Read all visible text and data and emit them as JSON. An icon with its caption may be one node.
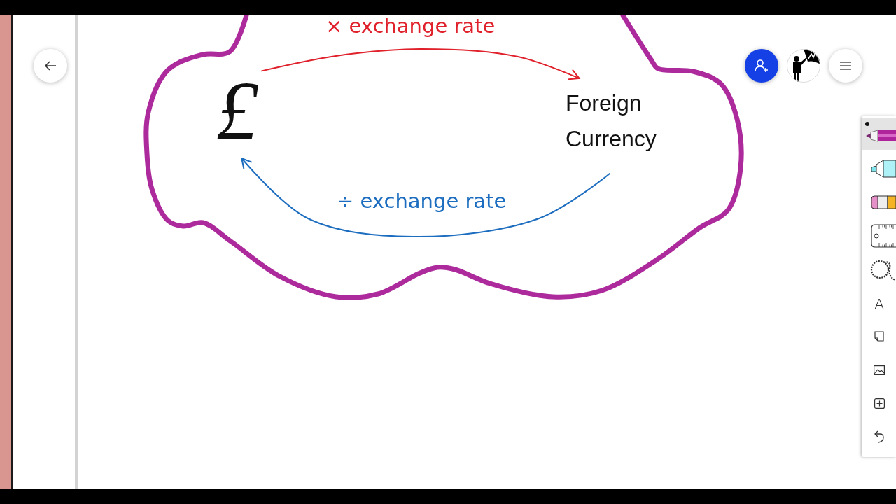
{
  "diagram": {
    "nodes": [
      {
        "text": [],
        "shape": "cloud"
      },
      {
        "text": [
          "£"
        ],
        "in": 0
      },
      {
        "text": [
          "Foreign Currency"
        ],
        "in": 0
      }
    ],
    "edges": [
      {
        "from": 1,
        "to": 2,
        "arrow": "to",
        "label": "× exchange rate",
        "color": "#e0212b"
      },
      {
        "from": 2,
        "to": 1,
        "arrow": "to",
        "label": "÷ exchange rate",
        "color": "#1c6dbf"
      }
    ],
    "labels": [
      "A"
    ]
  }
}
